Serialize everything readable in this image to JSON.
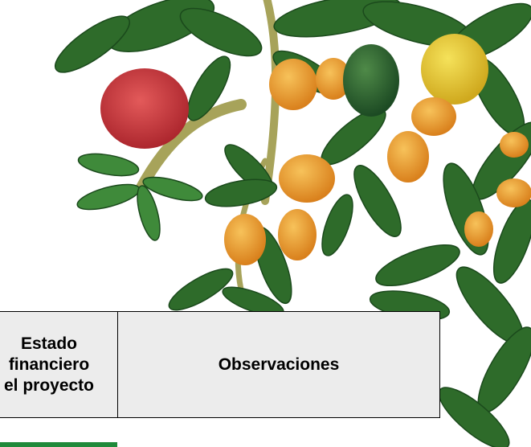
{
  "table": {
    "header": {
      "estado_line1": "Estado",
      "estado_line2": "financiero",
      "estado_line3": "el proyecto",
      "observaciones": "Observaciones"
    }
  },
  "colors": {
    "header_bg": "#ececec",
    "accent_green": "#1f8a3a",
    "leaf": "#2e6b2a",
    "orange_fruit": "#e69a2a",
    "red_fruit": "#c8323a",
    "yellow_fruit": "#e2c531"
  }
}
